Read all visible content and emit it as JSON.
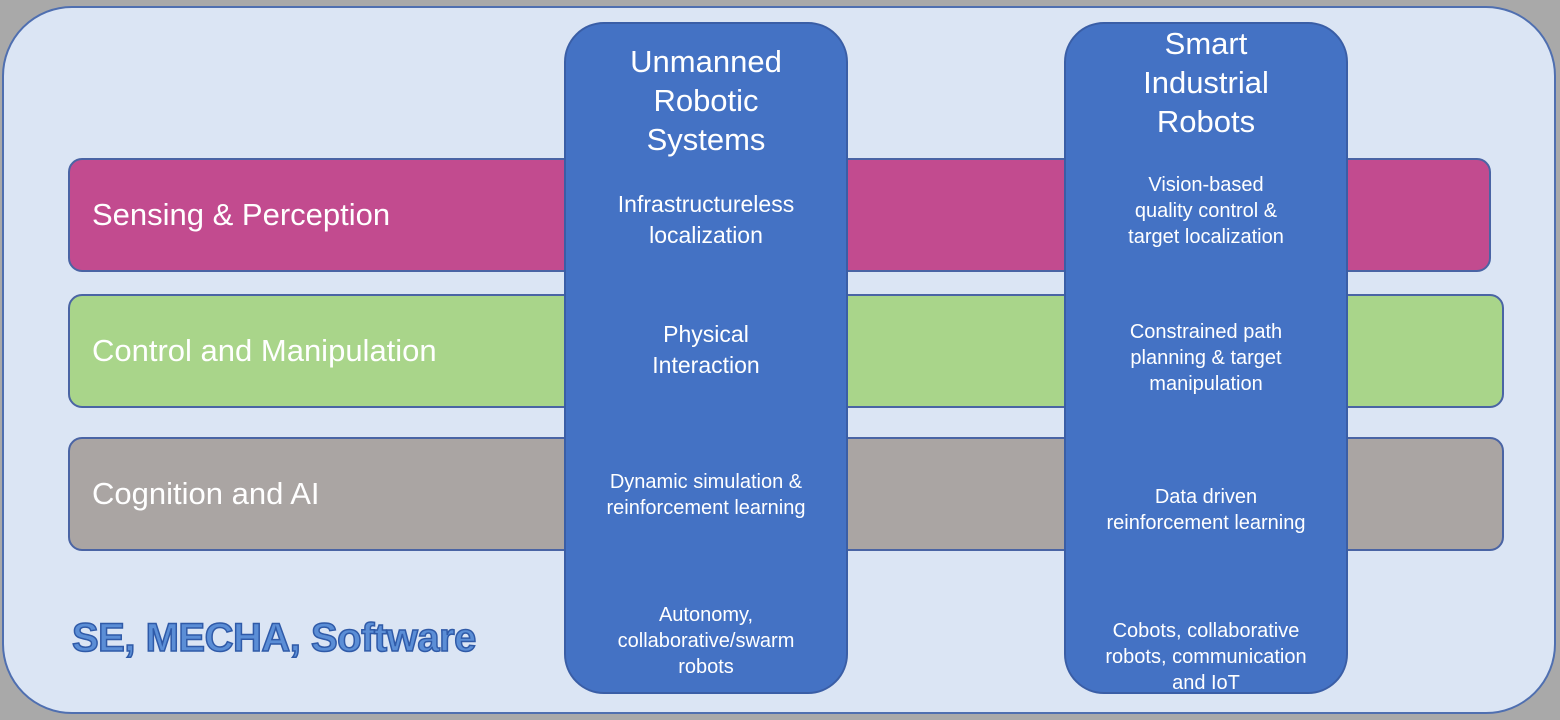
{
  "bands": {
    "sensing": "Sensing & Perception",
    "control": "Control and Manipulation",
    "cognition": "Cognition and AI"
  },
  "columns": {
    "unmanned": {
      "title": "Unmanned\nRobotic\nSystems",
      "sensing": "Infrastructureless\nlocalization",
      "control": "Physical\nInteraction",
      "cognition": "Dynamic simulation &\nreinforcement learning",
      "bottom": "Autonomy,\ncollaborative/swarm\nrobots"
    },
    "industrial": {
      "title": "Smart\nIndustrial\nRobots",
      "sensing": "Vision-based\nquality control &\ntarget localization",
      "control": "Constrained path\nplanning & target\nmanipulation",
      "cognition": "Data driven\nreinforcement learning",
      "bottom": "Cobots, collaborative\nrobots, communication\nand IoT"
    }
  },
  "footer": "SE, MECHA, Software",
  "colors": {
    "background": "#dbe5f4",
    "sensing_band": "#c24b8f",
    "control_band": "#a9d58a",
    "cognition_band": "#aaa5a3",
    "column_fill": "#4472c4"
  }
}
